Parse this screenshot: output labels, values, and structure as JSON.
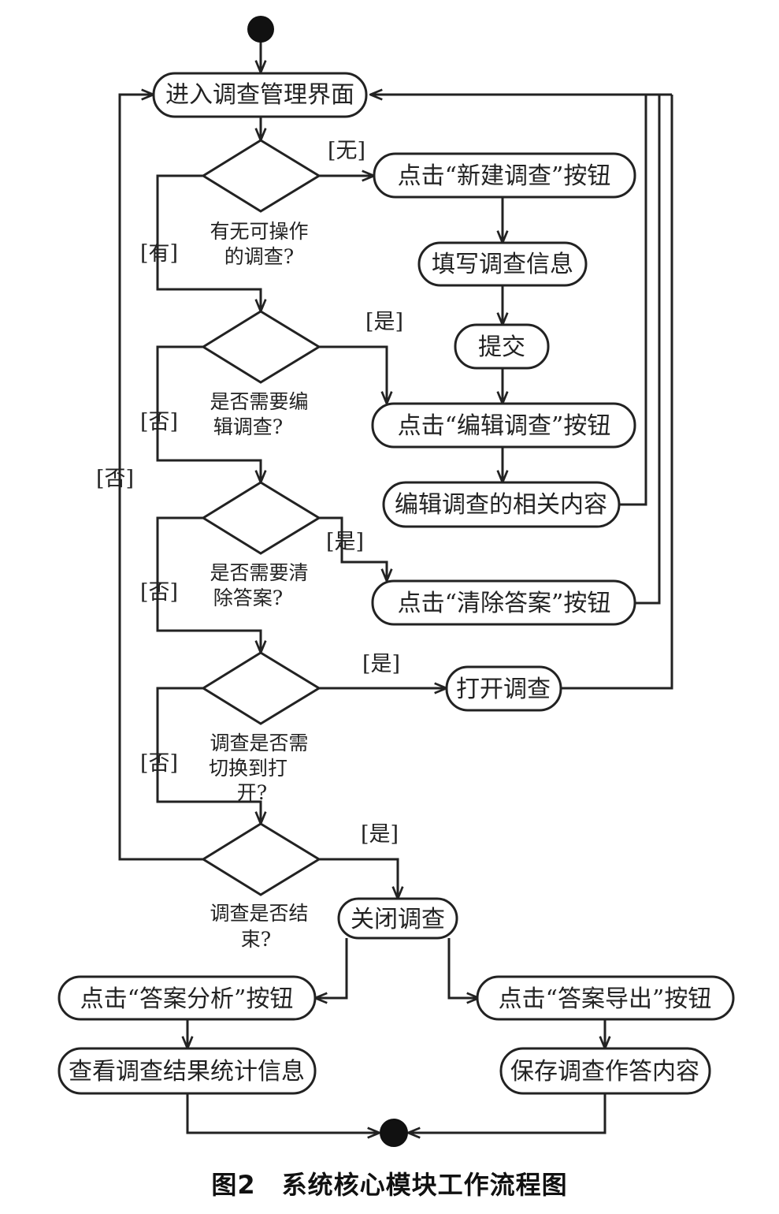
{
  "nodes": {
    "enter": "进入调查管理界面",
    "new_survey": "点击“新建调查”按钮",
    "fill_info": "填写调查信息",
    "submit": "提交",
    "edit_survey": "点击“编辑调查”按钮",
    "edit_content": "编辑调查的相关内容",
    "clear_answers": "点击“清除答案”按钮",
    "open_survey": "打开调查",
    "close_survey": "关闭调查",
    "analyze": "点击“答案分析”按钮",
    "view_stats": "查看调查结果统计信息",
    "export": "点击“答案导出”按钮",
    "save_answers": "保存调查作答内容"
  },
  "decisions": {
    "d1": [
      "有无可操作",
      "的调查?"
    ],
    "d2": [
      "是否需要编",
      "辑调查?"
    ],
    "d3": [
      "是否需要清",
      "除答案?"
    ],
    "d4": [
      "调查是否需",
      "切换到打",
      "开?"
    ],
    "d5": [
      "调查是否结",
      "束?"
    ]
  },
  "guards": {
    "none": "[无]",
    "has": "[有]",
    "yes1": "[是]",
    "no1": "[否]",
    "yes2": "[是]",
    "no2": "[否]",
    "yes3": "[是]",
    "no3": "[否]",
    "yes4": "[是]",
    "no_outer": "[否]"
  },
  "caption": "图2　系统核心模块工作流程图"
}
